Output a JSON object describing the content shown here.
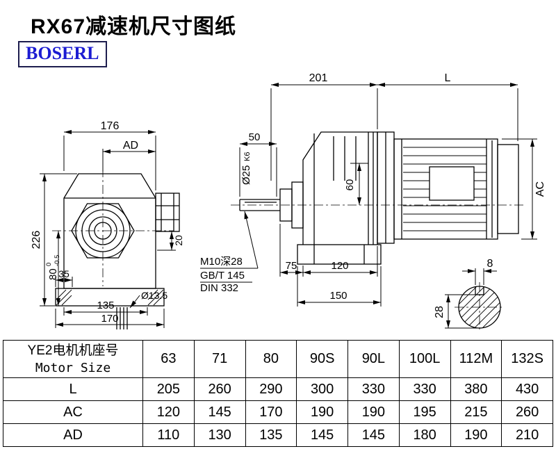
{
  "colors": {
    "line": "#000000",
    "logo_text": "#1c1cd2",
    "logo_border": "#1d1d4e",
    "background": "#ffffff"
  },
  "page": {
    "title": "RX67减速机尺寸图纸",
    "logo_text": "BOSERL"
  },
  "front_view": {
    "dim_width_top": "176",
    "dim_ad": "AD",
    "dim_height": "226",
    "dim_80": "80",
    "dim_80_tol_upper": "0",
    "dim_80_tol_lower": "-0.5",
    "dim_35": "35",
    "dim_135": "135",
    "dim_170": "170",
    "dim_20": "20",
    "dim_foot_hole": "Ø13.5"
  },
  "side_view": {
    "dim_201": "201",
    "dim_L": "L",
    "dim_50": "50",
    "dim_shaft_dia": "Ø25",
    "dim_shaft_fit": "K6",
    "dim_60": "60",
    "dim_AC": "AC",
    "note_line1": "M10深28",
    "note_line2": "GB/T 145",
    "note_line3": "DIN 332",
    "dim_75": "75",
    "dim_120": "120",
    "dim_150": "150"
  },
  "shaft_end_view": {
    "dim_key_width": "8",
    "dim_key_height": "28"
  },
  "table": {
    "header_cn": "YE2电机机座号",
    "header_en": "Motor Size",
    "sizes": [
      "63",
      "71",
      "80",
      "90S",
      "90L",
      "100L",
      "112M",
      "132S"
    ],
    "rows": [
      {
        "label": "L",
        "values": [
          "205",
          "260",
          "290",
          "300",
          "330",
          "330",
          "380",
          "430"
        ]
      },
      {
        "label": "AC",
        "values": [
          "120",
          "145",
          "170",
          "190",
          "190",
          "195",
          "215",
          "260"
        ]
      },
      {
        "label": "AD",
        "values": [
          "110",
          "130",
          "135",
          "145",
          "145",
          "180",
          "190",
          "210"
        ]
      }
    ]
  }
}
